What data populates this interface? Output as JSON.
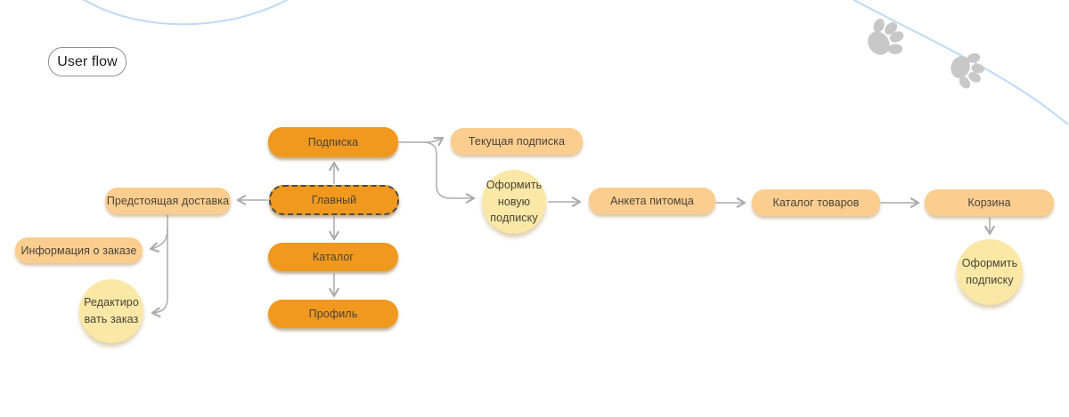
{
  "page": {
    "title_label": "User flow"
  },
  "diagram": {
    "nodes": {
      "podpiska": {
        "label": "Подписка"
      },
      "glavny": {
        "label": "Главный"
      },
      "katalog": {
        "label": "Каталог"
      },
      "profil": {
        "label": "Профиль"
      },
      "predstoyashchaya": {
        "label": "Предстоящая доставка"
      },
      "informatsiya": {
        "label": "Информация о заказе"
      },
      "tekushchaya": {
        "label": "Текущая подписка"
      },
      "anketa": {
        "label": "Анкета питомца"
      },
      "katalog_tovarov": {
        "label": "Каталог товаров"
      },
      "korzina": {
        "label": "Корзина"
      },
      "redaktirovat": {
        "line1": "Редактиро",
        "line2": "вать заказ"
      },
      "oformit_novuyu": {
        "line1": "Оформить",
        "line2": "новую",
        "line3": "подписку"
      },
      "oformit_podpisku": {
        "line1": "Оформить",
        "line2": "подписку"
      }
    },
    "edges": [
      {
        "from": "Главный",
        "to": "Подписка"
      },
      {
        "from": "Главный",
        "to": "Каталог"
      },
      {
        "from": "Каталог",
        "to": "Профиль"
      },
      {
        "from": "Главный",
        "to": "Предстоящая доставка"
      },
      {
        "from": "Подписка",
        "to": "Текущая подписка"
      },
      {
        "from": "Подписка",
        "to": "Оформить новую подписку"
      },
      {
        "from": "Оформить новую подписку",
        "to": "Анкета питомца"
      },
      {
        "from": "Анкета питомца",
        "to": "Каталог товаров"
      },
      {
        "from": "Каталог товаров",
        "to": "Корзина"
      },
      {
        "from": "Корзина",
        "to": "Оформить подписку"
      },
      {
        "from": "Предстоящая доставка",
        "to": "Информация о заказе"
      },
      {
        "from": "Предстоящая доставка",
        "to": "Редактировать заказ"
      }
    ],
    "colors": {
      "primary_node": "#F0991E",
      "secondary_node": "#FBCE90",
      "circle_node": "#FAE8A6",
      "node_text": "#4A4237",
      "arrow": "#ABABAB",
      "decor_curve": "#BEDAF8",
      "paw": "#C8C8C8"
    },
    "decor_icons": [
      "paw-icon",
      "paw-icon"
    ]
  }
}
